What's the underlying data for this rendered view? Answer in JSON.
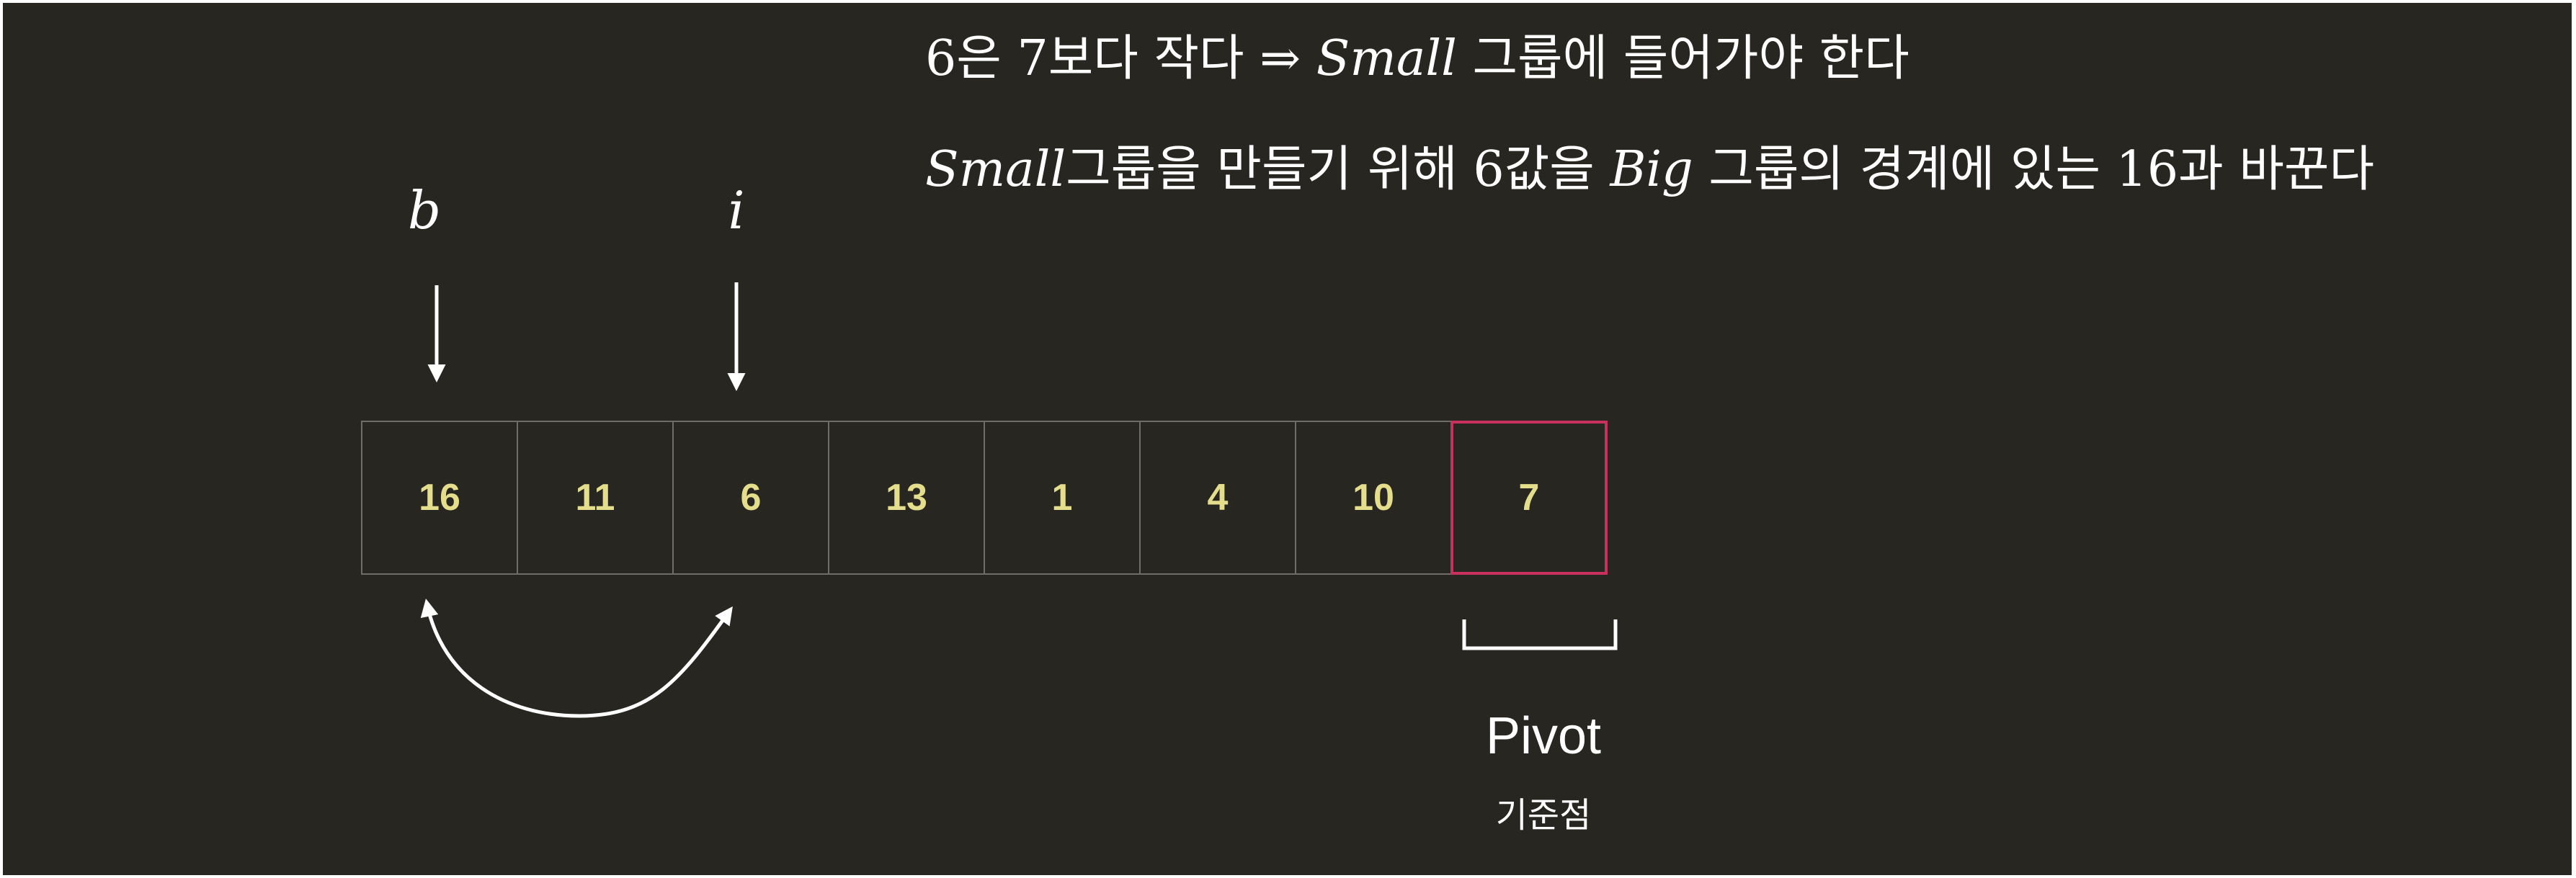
{
  "captions": {
    "line1": {
      "prefix": "6은 7보다 작다 ⇒ ",
      "math": "Small",
      "suffix": " 그룹에 들어가야 한다"
    },
    "line2": {
      "math1": "Small",
      "text1": "그룹을 만들기 위해 6값을 ",
      "math2": "Big",
      "text2": " 그룹의 경계에 있는 16과 바꾼다"
    }
  },
  "pointers": {
    "b": "b",
    "i": "i"
  },
  "array": {
    "cells": [
      "16",
      "11",
      "6",
      "13",
      "1",
      "4",
      "10",
      "7"
    ]
  },
  "pivot": {
    "label": "Pivot",
    "sublabel": "기준점"
  },
  "colors": {
    "background": "#272620",
    "cell_text": "#e4dd8c",
    "cell_border": "#6e6d68",
    "pivot_border": "#c8305e",
    "arrows": "#ffffff"
  }
}
